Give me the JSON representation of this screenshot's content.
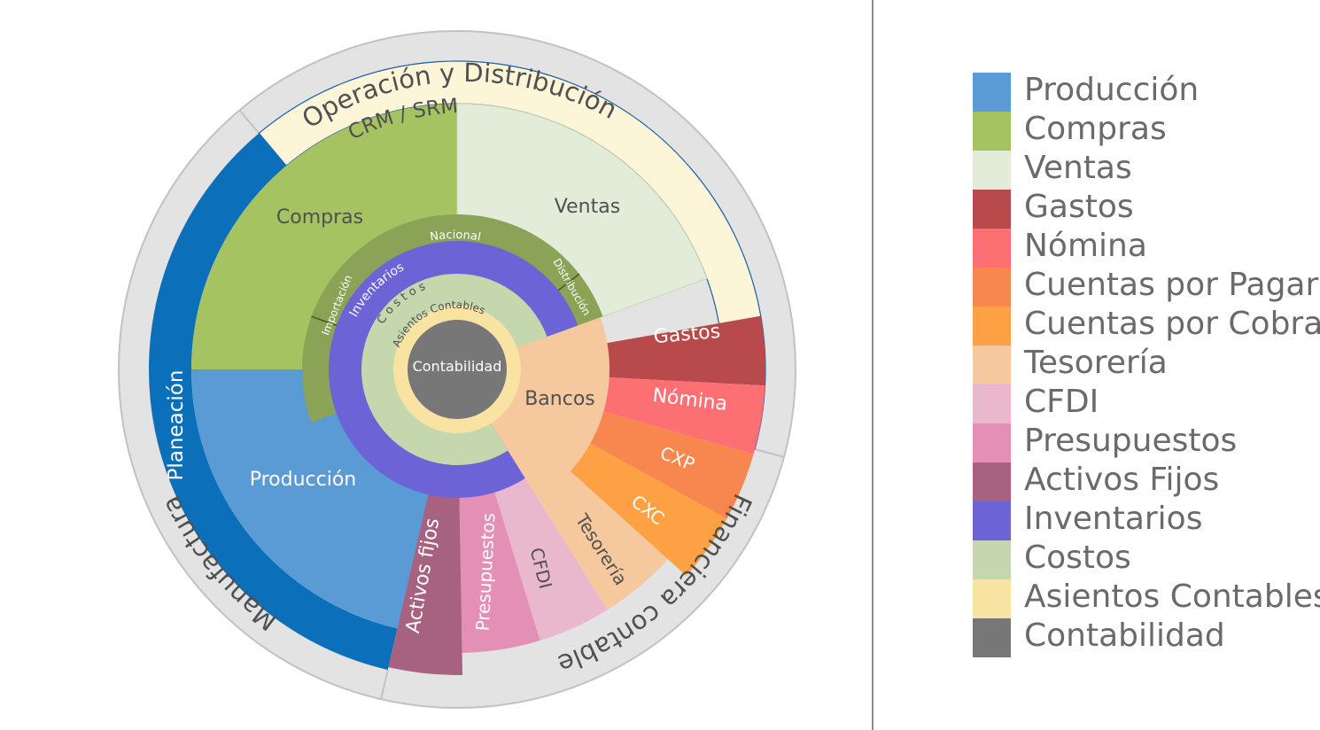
{
  "colors": {
    "ring_outer": "#e3e3e3",
    "ring_outer_stroke": "#c2c2c2",
    "crm": "#fcf5d8",
    "planeacion": "#0b6fba",
    "produccion": "#5b9bd5",
    "compras": "#a5c461",
    "ventas": "#e3ecd9",
    "nacional": "#8aa356",
    "inventarios": "#6c63d6",
    "costos": "#c5d7ac",
    "asientos": "#f9e3a2",
    "contabilidad": "#777777",
    "bancos": "#f6c89d",
    "gastos": "#b94a4c",
    "nomina": "#fc7074",
    "cxp": "#f7864f",
    "cxc": "#fea145",
    "tesoreria": "#f6c89d",
    "cfdi": "#eab8cd",
    "presupuestos": "#e48fb6",
    "activos": "#a7627f",
    "text_dark": "#505050",
    "text_light": "#ffffff"
  },
  "diagram": {
    "outer_top": "Operación y Distribución",
    "outer_left": "Manufactura",
    "outer_right": "Financiera contable",
    "crm": "CRM / SRM",
    "planeacion": "Planeación",
    "produccion": "Producción",
    "compras": "Compras",
    "ventas": "Ventas",
    "nacional": "Nacional",
    "importacion": "Importación",
    "distribucion": "Distribución",
    "inventarios": "Inventarios",
    "costos": "C o s t o s",
    "asientos": "Asientos Contables",
    "contabilidad": "Contabilidad",
    "bancos": "Bancos",
    "gastos": "Gastos",
    "nomina": "Nómina",
    "cxp": "CXP",
    "cxc": "CXC",
    "tesoreria": "Tesorería",
    "cfdi": "CFDI",
    "presupuestos": "Presupuestos",
    "activos_fijos": "Activos fijos"
  },
  "legend": [
    {
      "label": "Producción",
      "color": "#5b9bd5"
    },
    {
      "label": "Compras",
      "color": "#a5c461"
    },
    {
      "label": "Ventas",
      "color": "#e3ecd9"
    },
    {
      "label": "Gastos",
      "color": "#b94a4c"
    },
    {
      "label": "Nómina",
      "color": "#fc7074"
    },
    {
      "label": "Cuentas por Pagar",
      "color": "#f7864f"
    },
    {
      "label": "Cuentas por Cobrar",
      "color": "#fea145"
    },
    {
      "label": "Tesorería",
      "color": "#f6c89d"
    },
    {
      "label": "CFDI",
      "color": "#eab8cd"
    },
    {
      "label": "Presupuestos",
      "color": "#e48fb6"
    },
    {
      "label": "Activos Fijos",
      "color": "#a7627f"
    },
    {
      "label": "Inventarios",
      "color": "#6c63d6"
    },
    {
      "label": "Costos",
      "color": "#c5d7ac"
    },
    {
      "label": "Asientos Contables",
      "color": "#f9e3a2"
    },
    {
      "label": "Contabilidad",
      "color": "#777777"
    }
  ]
}
